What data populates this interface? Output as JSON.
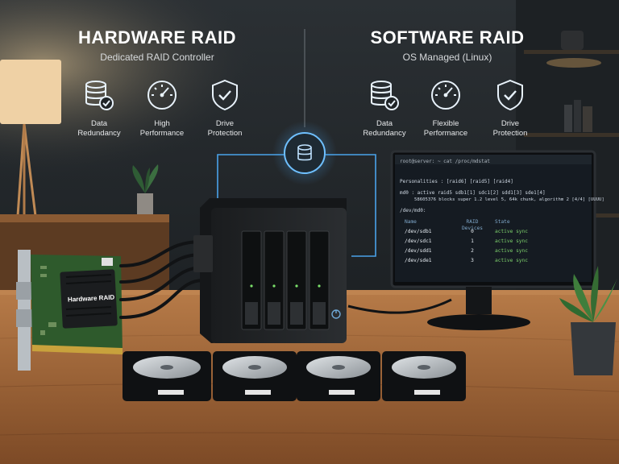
{
  "hardware": {
    "title": "HARDWARE RAID",
    "subtitle": "Dedicated RAID Controller",
    "features": [
      {
        "icon": "database-check-icon",
        "line1": "Data",
        "line2": "Redundancy"
      },
      {
        "icon": "speedometer-icon",
        "line1": "High",
        "line2": "Performance"
      },
      {
        "icon": "shield-check-icon",
        "line1": "Drive",
        "line2": "Protection"
      }
    ],
    "card_label": "Hardware RAID"
  },
  "software": {
    "title": "SOFTWARE RAID",
    "subtitle": "OS Managed (Linux)",
    "features": [
      {
        "icon": "database-check-icon",
        "line1": "Data",
        "line2": "Redundancy"
      },
      {
        "icon": "speedometer-icon",
        "line1": "Flexible",
        "line2": "Performance"
      },
      {
        "icon": "shield-check-icon",
        "line1": "Drive",
        "line2": "Protection"
      }
    ]
  },
  "terminal": {
    "prompt": "root@server: ~ cat /proc/mdstat",
    "personalities": "Personalities : [raid6] [raid5] [raid4]",
    "md0_line": "md0 : active raid5 sdb1[1] sdc1[2] sdd1[3] sde1[4]",
    "blocks_line": "58605376 blocks super 1.2 level 5, 64k chunk, algorithm 2 [4/4] [UUUU]",
    "device": "/dev/md0:",
    "headers": [
      "Name",
      "RAID Devices",
      "State"
    ],
    "rows": [
      {
        "name": "/dev/sdb1",
        "num": "0",
        "state": "active sync"
      },
      {
        "name": "/dev/sdc1",
        "num": "1",
        "state": "active sync"
      },
      {
        "name": "/dev/sdd1",
        "num": "2",
        "state": "active sync"
      },
      {
        "name": "/dev/sde1",
        "num": "3",
        "state": "active sync"
      }
    ]
  },
  "colors": {
    "glow": "#4fb0ff",
    "wood": "#a86a3c",
    "wall": "#24292d",
    "text_green": "#7ccf6b"
  }
}
